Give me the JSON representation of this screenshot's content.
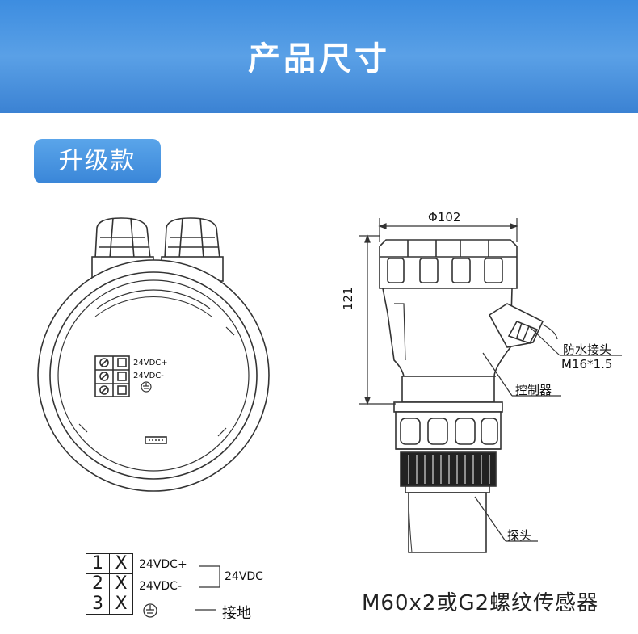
{
  "banner": {
    "title": "产品尺寸"
  },
  "badge": {
    "label": "升级款"
  },
  "front_view": {
    "terminal_plus": "24VDC+",
    "terminal_minus": "24VDC-"
  },
  "side_view": {
    "diameter": "Φ102",
    "height": "121",
    "connector_label": "防水接头",
    "connector_spec": "M16*1.5",
    "controller_label": "控制器",
    "probe_label": "探头"
  },
  "wiring": {
    "rows": [
      {
        "num": "1",
        "mark": "X",
        "label": "24VDC+"
      },
      {
        "num": "2",
        "mark": "X",
        "label": "24VDC-"
      },
      {
        "num": "3",
        "mark": "X",
        "label": ""
      }
    ],
    "group_label": "24VDC",
    "ground_label": "接地"
  },
  "caption": "M60x2或G2螺纹传感器"
}
